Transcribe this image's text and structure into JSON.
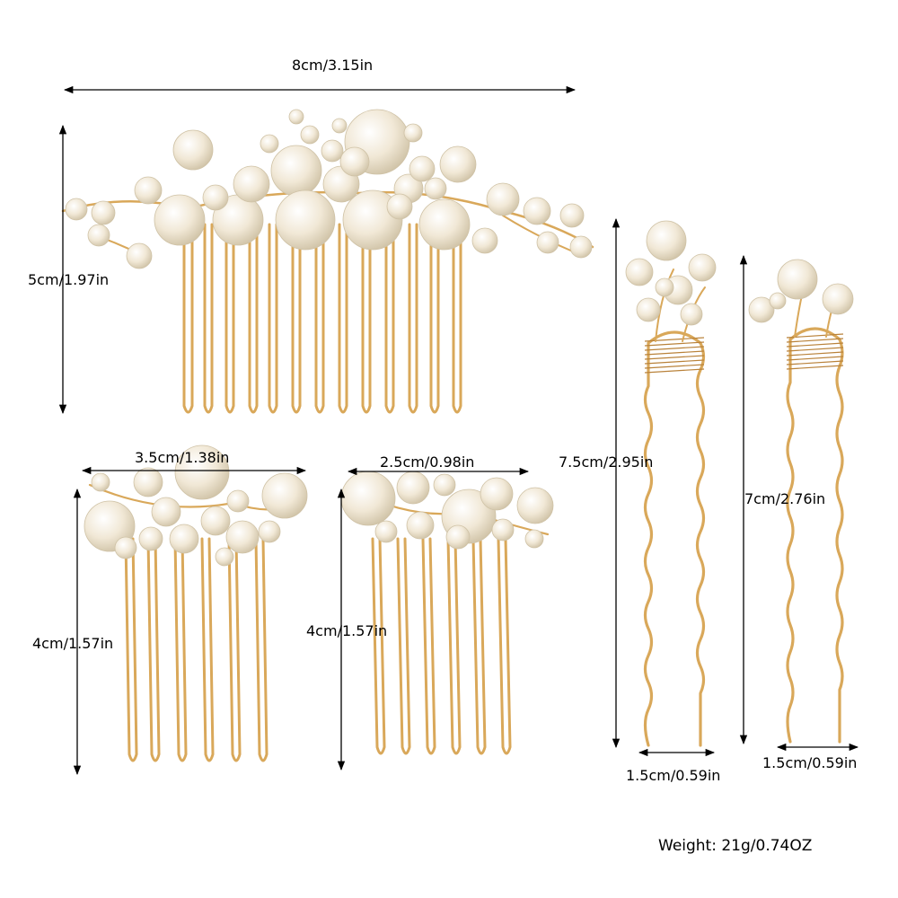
{
  "colors": {
    "background": "#ffffff",
    "dimension_line": "#000000",
    "gold_wire": "#d9a85a",
    "gold_wire_dark": "#b9823a",
    "pearl_light": "#ffffff",
    "pearl_base": "#f1e8d6",
    "pearl_shadow": "#cfc2a6"
  },
  "icons": {
    "arrow": "double-headed-arrow-icon",
    "pearl": "pearl-icon"
  },
  "items": [
    {
      "id": "large-comb",
      "width_label": "8cm/3.15in",
      "height_label": "5cm/1.97in"
    },
    {
      "id": "small-comb-left",
      "width_label": "3.5cm/1.38in",
      "height_label": "4cm/1.57in"
    },
    {
      "id": "small-comb-right",
      "width_label": "2.5cm/0.98in",
      "height_label": "4cm/1.57in"
    },
    {
      "id": "hair-pin-tall",
      "height_label": "7.5cm/2.95in",
      "width_label": "1.5cm/0.59in"
    },
    {
      "id": "hair-pin-short",
      "height_label": "7cm/2.76in",
      "width_label": "1.5cm/0.59in"
    }
  ],
  "weight_label": "Weight: 21g/0.74OZ"
}
